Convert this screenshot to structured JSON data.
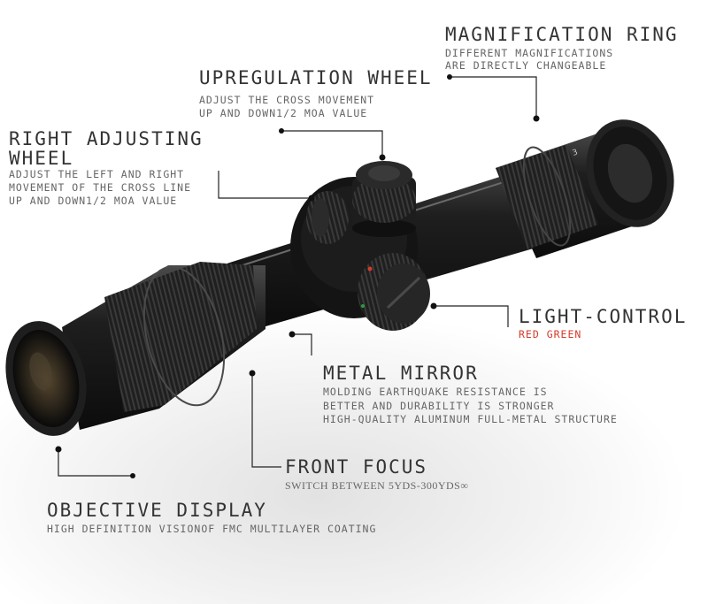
{
  "callouts": {
    "magnification": {
      "title": "MAGNIFICATION RING",
      "lines": [
        "DIFFERENT MAGNIFICATIONS",
        "ARE DIRECTLY CHANGEABLE"
      ]
    },
    "upregulation": {
      "title": "UPREGULATION WHEEL",
      "lines": [
        "ADJUST THE CROSS MOVEMENT",
        "UP AND DOWN1/2 MOA VALUE"
      ]
    },
    "right_adjusting": {
      "title_lines": [
        "RIGHT ADJUSTING",
        "WHEEL"
      ],
      "lines": [
        "ADJUST THE LEFT AND RIGHT",
        "MOVEMENT OF THE CROSS LINE",
        "UP AND DOWN1/2 MOA VALUE"
      ]
    },
    "light_control": {
      "title": "LIGHT-CONTROL",
      "sub": "RED  GREEN"
    },
    "metal_mirror": {
      "title": "METAL MIRROR",
      "lines": [
        "MOLDING EARTHQUAKE RESISTANCE IS",
        "BETTER AND DURABILITY IS STRONGER",
        "HIGH-QUALITY ALUMINUM FULL-METAL STRUCTURE"
      ]
    },
    "front_focus": {
      "title": "FRONT FOCUS",
      "sub": "SWITCH BETWEEN 5YDS-300YDS∞"
    },
    "objective": {
      "title": "OBJECTIVE DISPLAY",
      "sub": "HIGH DEFINITION VISIONOF FMC MULTILAYER COATING"
    }
  },
  "colors": {
    "scope_body": "#1a1a1a",
    "leader_line": "#222222",
    "red_indicator": "#d63a2a",
    "green_indicator": "#2f9a3e"
  }
}
